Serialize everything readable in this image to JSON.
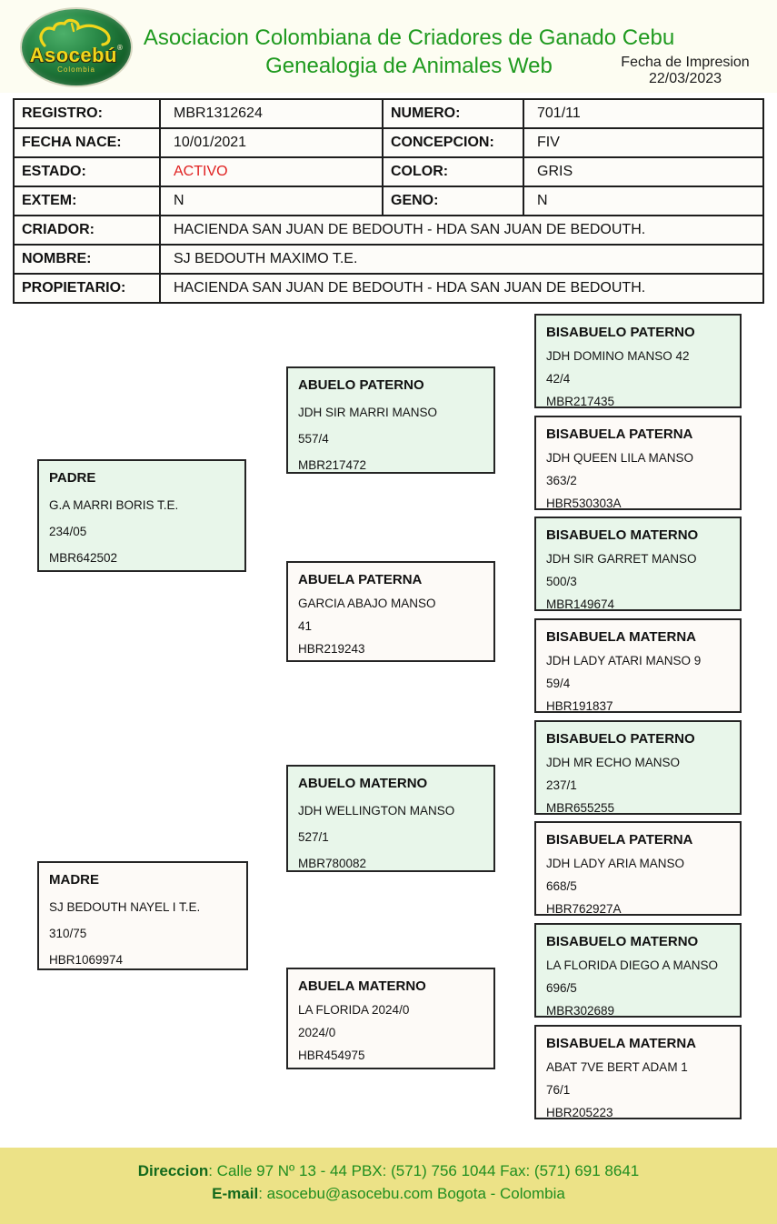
{
  "header": {
    "logo": {
      "brand": "Asocebú",
      "trademark": "®",
      "sub": "Colombia"
    },
    "title": "Asociacion Colombiana de Criadores de Ganado Cebu",
    "subtitle": "Genealogia de Animales Web",
    "print_label": "Fecha de Impresion",
    "print_date": "22/03/2023"
  },
  "info_table": {
    "rows": [
      {
        "label1": "REGISTRO:",
        "value1": "MBR1312624",
        "label2": "NUMERO:",
        "value2": "701/11"
      },
      {
        "label1": "FECHA NACE:",
        "value1": "10/01/2021",
        "label2": "CONCEPCION:",
        "value2": "FIV"
      },
      {
        "label1": "ESTADO:",
        "value1": "ACTIVO",
        "label2": "COLOR:",
        "value2": "GRIS"
      },
      {
        "label1": "EXTEM:",
        "value1": "N",
        "label2": "GENO:",
        "value2": "N"
      }
    ],
    "full_rows": [
      {
        "label": "CRIADOR:",
        "value": "HACIENDA SAN JUAN DE BEDOUTH - HDA SAN JUAN DE BEDOUTH."
      },
      {
        "label": "NOMBRE:",
        "value": "SJ BEDOUTH MAXIMO  T.E."
      },
      {
        "label": "PROPIETARIO:",
        "value": "HACIENDA SAN JUAN DE BEDOUTH - HDA SAN JUAN DE BEDOUTH."
      }
    ],
    "estado_color": "#e02020"
  },
  "pedigree": {
    "padre": {
      "title": "PADRE",
      "name": "G.A MARRI BORIS T.E.",
      "number": "234/05",
      "registry": "MBR642502"
    },
    "abuelo_paterno": {
      "title": "ABUELO PATERNO",
      "name": "JDH SIR MARRI MANSO",
      "number": "557/4",
      "registry": "MBR217472"
    },
    "abuela_paterna": {
      "title": "ABUELA PATERNA",
      "name": "GARCIA ABAJO MANSO",
      "number": "41",
      "registry": "HBR219243"
    },
    "madre": {
      "title": "MADRE",
      "name": "SJ BEDOUTH NAYEL I T.E.",
      "number": "310/75",
      "registry": "HBR1069974"
    },
    "abuelo_materno": {
      "title": "ABUELO MATERNO",
      "name": "JDH WELLINGTON MANSO",
      "number": "527/1",
      "registry": "MBR780082"
    },
    "abuela_materna": {
      "title": "ABUELA MATERNO",
      "name": "LA FLORIDA 2024/0",
      "number": "2024/0",
      "registry": "HBR454975"
    },
    "bisabuelos": [
      {
        "title": "BISABUELO PATERNO",
        "name": "JDH DOMINO MANSO 42",
        "number": "42/4",
        "registry": "MBR217435"
      },
      {
        "title": "BISABUELA PATERNA",
        "name": "JDH QUEEN LILA MANSO",
        "number": "363/2",
        "registry": "HBR530303A"
      },
      {
        "title": "BISABUELO MATERNO",
        "name": "JDH SIR GARRET MANSO",
        "number": "500/3",
        "registry": "MBR149674"
      },
      {
        "title": "BISABUELA MATERNA",
        "name": "JDH LADY ATARI MANSO 9",
        "number": "59/4",
        "registry": "HBR191837"
      },
      {
        "title": "BISABUELO PATERNO",
        "name": "JDH MR ECHO MANSO",
        "number": "237/1",
        "registry": "MBR655255"
      },
      {
        "title": "BISABUELA PATERNA",
        "name": "JDH LADY ARIA MANSO",
        "number": "668/5",
        "registry": "HBR762927A"
      },
      {
        "title": "BISABUELO MATERNO",
        "name": "LA FLORIDA DIEGO A MANSO",
        "number": "696/5",
        "registry": "MBR302689"
      },
      {
        "title": "BISABUELA MATERNA",
        "name": "ABAT 7VE BERT ADAM 1",
        "number": "76/1",
        "registry": "HBR205223"
      }
    ]
  },
  "footer": {
    "address_label": "Direccion",
    "address_text": ": Calle 97 Nº 13 - 44 PBX: (571) 756 1044 Fax: (571) 691 8641",
    "email_label": "E-mail",
    "email_text": ": asocebu@asocebu.com Bogota - Colombia"
  },
  "colors": {
    "title_green": "#1f9a1f",
    "estado_red": "#e02020",
    "footer_bg": "#ece287",
    "male_box_bg": "#e8f6ea",
    "female_box_bg": "#fdfaf7"
  }
}
